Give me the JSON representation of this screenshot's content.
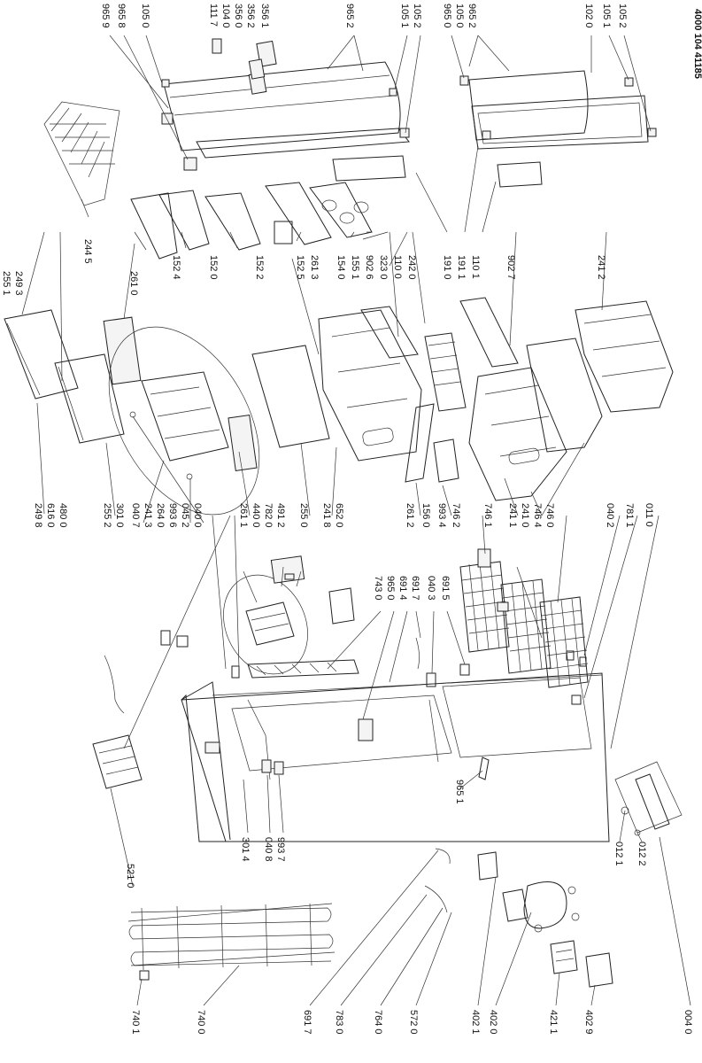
{
  "document_number": "4000 104 41185",
  "labels": {
    "l9659": "965 9",
    "l9658": "965 8",
    "l1050a": "105 0",
    "l1117": "111 7",
    "l1040": "104 0",
    "l3560": "356 0",
    "l3562": "356 2",
    "l3561": "356 1",
    "l9652a": "965 2",
    "l1051a": "105 1",
    "l1052a": "105 2",
    "l9650a": "965 0",
    "l1050b": "105 0",
    "l9652b": "965 2",
    "l1020": "102 0",
    "l1051b": "105 1",
    "l1052b": "105 2",
    "l2451": "255 1",
    "l2493": "249 3",
    "l2610a": "261 0",
    "l2445": "244 5",
    "l1524": "152 4",
    "l1520": "152 0",
    "l1522": "152 2",
    "l1525": "152 5",
    "l2613": "261 3",
    "l1540": "154 0",
    "l1551": "155 1",
    "l9026": "902 6",
    "l3230": "323 0",
    "l1100": "110 0",
    "l2420": "242 0",
    "l1910": "191 0",
    "l1911": "191 1",
    "l1101": "110 1",
    "l9027": "902 7",
    "l2412": "241 2",
    "l2498": "249 8",
    "l6160": "616 0",
    "l4800": "480 0",
    "l2552": "255 2",
    "l3010": "301 0",
    "l0407": "040 7",
    "l2413": "241 3",
    "l2640": "264 0",
    "l9936": "993 6",
    "l0452": "045 2",
    "l0400": "040 0",
    "l2611": "261 1",
    "l4400": "440 0",
    "l7820": "782 0",
    "l4912": "491 2",
    "l2550": "255 0",
    "l2418": "241 8",
    "l6520": "652 0",
    "l2612": "261 2",
    "l1560": "156 0",
    "l9934": "993 4",
    "l7462": "746 2",
    "l7461": "746 1",
    "l2411": "241 1",
    "l2410": "241 0",
    "l7464": "746 4",
    "l7460": "746 0",
    "l0402": "040 2",
    "l7811": "781 1",
    "l0110": "011 0",
    "l7430": "743 0",
    "l9650b": "965 0",
    "l6914": "691 4",
    "l6917a": "691 7",
    "l0403": "040 3",
    "l6915": "691 5",
    "l9651": "965 1",
    "l5210": "521 0",
    "l3014": "301 4",
    "l0408": "040 8",
    "l9937": "993 7",
    "l0121": "012 1",
    "l0122": "012 2",
    "l7401": "740 1",
    "l7400": "740 0",
    "l6917b": "691 7",
    "l7830": "783 0",
    "l7640": "764 0",
    "l5720": "572 0",
    "l4021": "402 1",
    "l4020": "402 0",
    "l4211": "421 1",
    "l4029": "402 9",
    "l0040": "004 0"
  }
}
